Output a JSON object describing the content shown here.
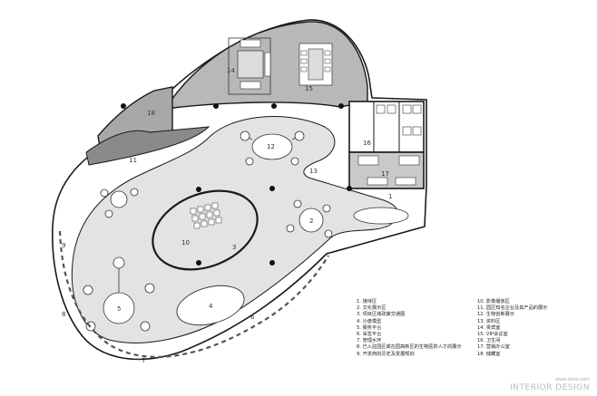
{
  "room_numbers": [
    "1",
    "2",
    "3",
    "4",
    "5",
    "6",
    "7",
    "8",
    "9",
    "10",
    "11",
    "12",
    "13",
    "14",
    "15",
    "16",
    "17",
    "18"
  ],
  "legend_left": [
    "1.  接待区",
    "2.  文化展示区",
    "3.  项目区域政策交通图",
    "4.  沙盘模型",
    "5.  服务平台",
    "6.  采签平台",
    "7.  管理水环",
    "8.  已入驻园区或在园高新区的生物医药人才的展示",
    "9.  开发商的历史及发展规划"
  ],
  "legend_right": [
    "10.  影像播放区",
    "11.  园区知名企业及其产品的展示",
    "12.  生物创新展示",
    "13.  资料区",
    "14.  贵宾室",
    "15.  VIP会议室",
    "16.  卫生间",
    "17.  营销办公室",
    "18.  储藏室"
  ],
  "watermark": {
    "url": "www.dooo.com",
    "brand": "INTERIOR DESIGN"
  },
  "colors": {
    "wall": "#1a1a1a",
    "floor_fill": "#e3e3e3",
    "room_fill": "#b8b8b8",
    "dark_room_fill": "#a8a8a8",
    "background": "#ffffff"
  }
}
